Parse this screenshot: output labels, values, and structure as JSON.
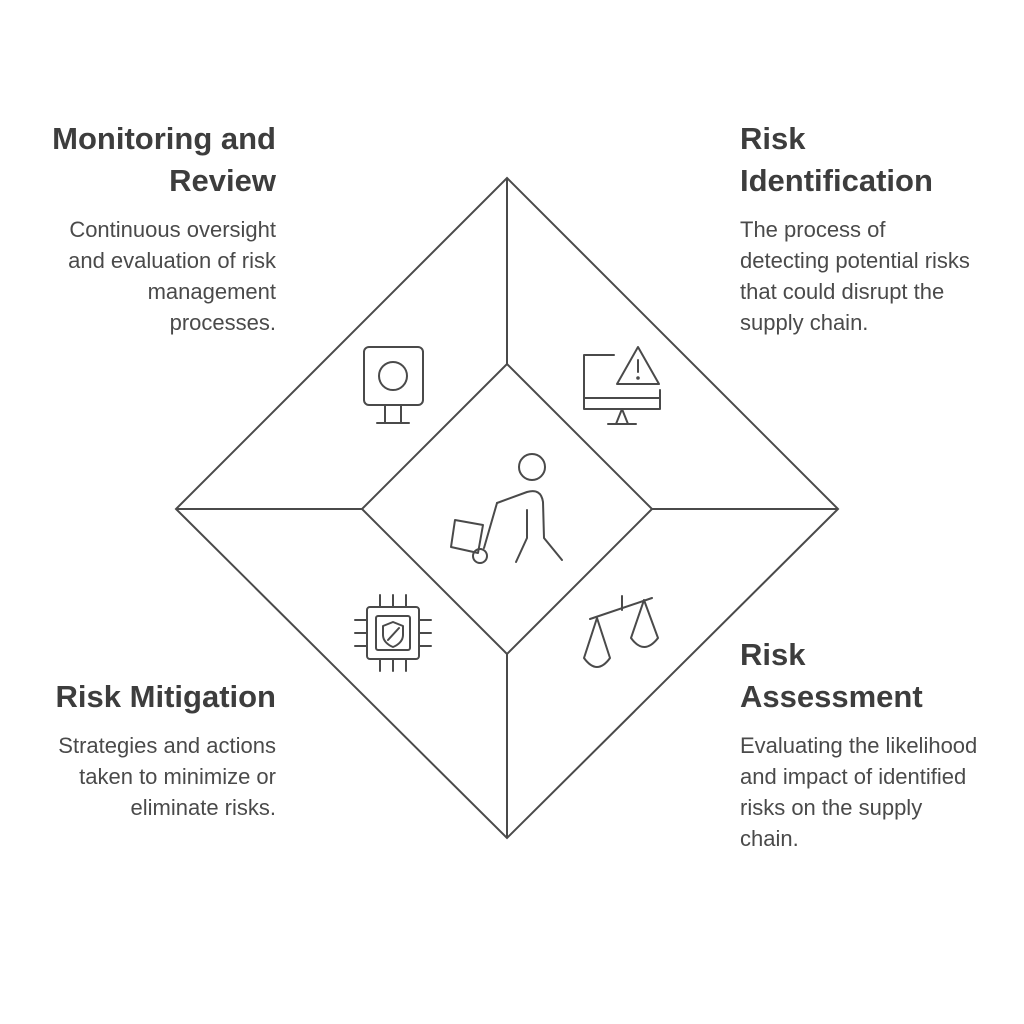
{
  "sections": {
    "monitoring": {
      "title_line1": "Monitoring and",
      "title_line2": "Review",
      "desc_line1": "Continuous oversight",
      "desc_line2": "and evaluation of risk",
      "desc_line3": "management",
      "desc_line4": "processes.",
      "icon": "monitor-camera-icon"
    },
    "identification": {
      "title_line1": "Risk",
      "title_line2": "Identification",
      "desc_line1": "The process of",
      "desc_line2": "detecting potential risks",
      "desc_line3": "that could disrupt the",
      "desc_line4": "supply chain.",
      "icon": "computer-warning-icon"
    },
    "mitigation": {
      "title_line1": "Risk Mitigation",
      "desc_line1": "Strategies and actions",
      "desc_line2": "taken to minimize or",
      "desc_line3": "eliminate risks.",
      "icon": "chip-shield-icon"
    },
    "assessment": {
      "title_line1": "Risk",
      "title_line2": "Assessment",
      "desc_line1": "Evaluating the likelihood",
      "desc_line2": "and impact of identified",
      "desc_line3": "risks on the supply",
      "desc_line4": "chain.",
      "icon": "balance-scale-icon"
    }
  },
  "center": {
    "icon": "person-pushing-cart-icon"
  },
  "colors": {
    "stroke": "#4a4a4a",
    "text": "#3d3d3d",
    "background": "#ffffff"
  }
}
